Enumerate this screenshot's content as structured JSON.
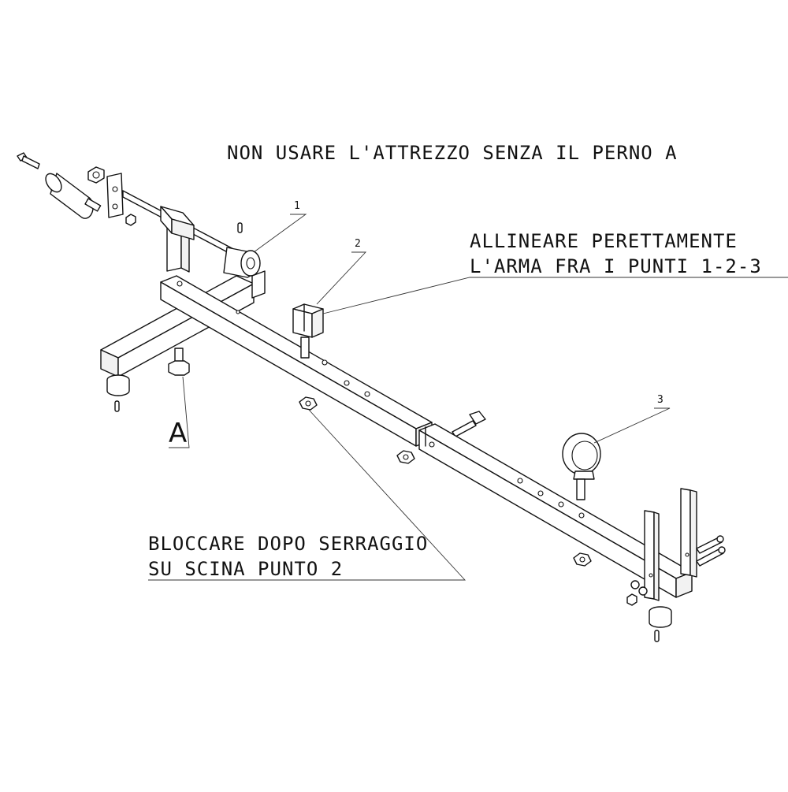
{
  "notes": {
    "warning": "NON USARE L'ATTREZZO SENZA IL PERNO A",
    "align_line1": "ALLINEARE PERETTAMENTE",
    "align_line2": "L'ARMA FRA I PUNTI 1-2-3",
    "lock_line1": "BLOCCARE DOPO SERRAGGIO",
    "lock_line2": "SU SCINA PUNTO 2"
  },
  "callouts": {
    "point1": "1",
    "point2": "2",
    "point3": "3",
    "pin": "A"
  }
}
